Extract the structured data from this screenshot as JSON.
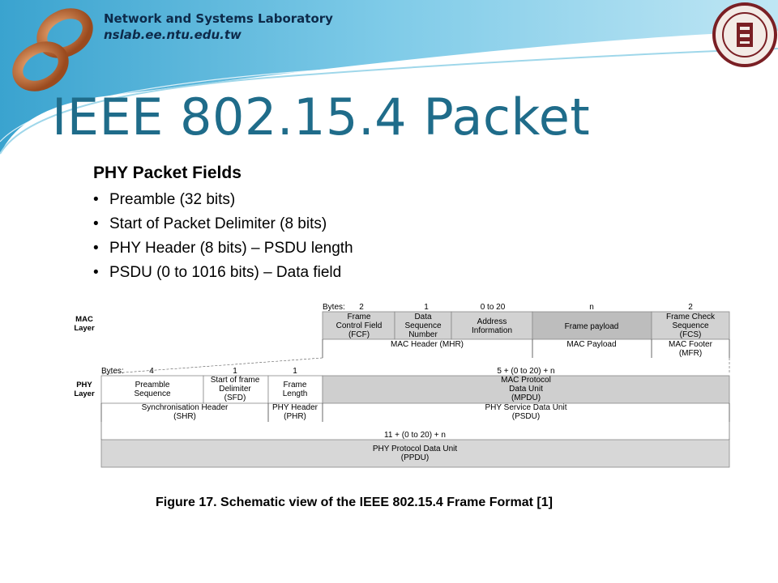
{
  "header": {
    "lab_name": "Network and Systems Laboratory",
    "lab_url": "nslab.ee.ntu.edu.tw"
  },
  "title": "IEEE 802.15.4 Packet",
  "section_title": "PHY Packet Fields",
  "bullets": [
    "Preamble (32 bits)",
    "Start of Packet Delimiter (8 bits)",
    "PHY Header (8 bits) – PSDU length",
    "PSDU (0 to 1016 bits) – Data field"
  ],
  "figure": {
    "mac_layer": [
      "MAC",
      "Layer"
    ],
    "phy_layer": [
      "PHY",
      "Layer"
    ],
    "mac_bytes_label": "Bytes:",
    "mac_bytes": [
      "2",
      "1",
      "0 to 20",
      "n",
      "2"
    ],
    "mac_fields": [
      [
        "Frame",
        "Control Field",
        "(FCF)"
      ],
      [
        "Data",
        "Sequence",
        "Number"
      ],
      [
        "Address",
        "Information"
      ],
      [
        "Frame payload"
      ],
      [
        "Frame Check",
        "Sequence",
        "(FCS)"
      ]
    ],
    "mac_groups": [
      [
        "MAC Header (MHR)"
      ],
      [
        "MAC Payload"
      ],
      [
        "MAC Footer",
        "(MFR)"
      ]
    ],
    "phy_bytes_label": "Bytes:",
    "phy_bytes": [
      "4",
      "1",
      "1",
      "5 + (0 to 20) + n"
    ],
    "phy_fields": [
      [
        "Preamble",
        "Sequence"
      ],
      [
        "Start of frame",
        "Delimiter",
        "(SFD)"
      ],
      [
        "Frame",
        "Length"
      ],
      [
        "MAC Protocol",
        "Data Unit",
        "(MPDU)"
      ]
    ],
    "phy_groups": [
      [
        "Synchronisation Header",
        "(SHR)"
      ],
      [
        "PHY Header",
        "(PHR)"
      ],
      [
        "PHY Service Data Unit",
        "(PSDU)"
      ]
    ],
    "ppdu_bytes": "11 + (0 to 20) + n",
    "ppdu": [
      "PHY Protocol Data Unit",
      "(PPDU)"
    ]
  },
  "caption": "Figure 17. Schematic view of the IEEE 802.15.4 Frame Format [1]",
  "colors": {
    "title": "#1f6c8a",
    "swoosh": "#4ab0d8",
    "logo": "#c8703a",
    "field_gray": "#d2d2d2"
  }
}
